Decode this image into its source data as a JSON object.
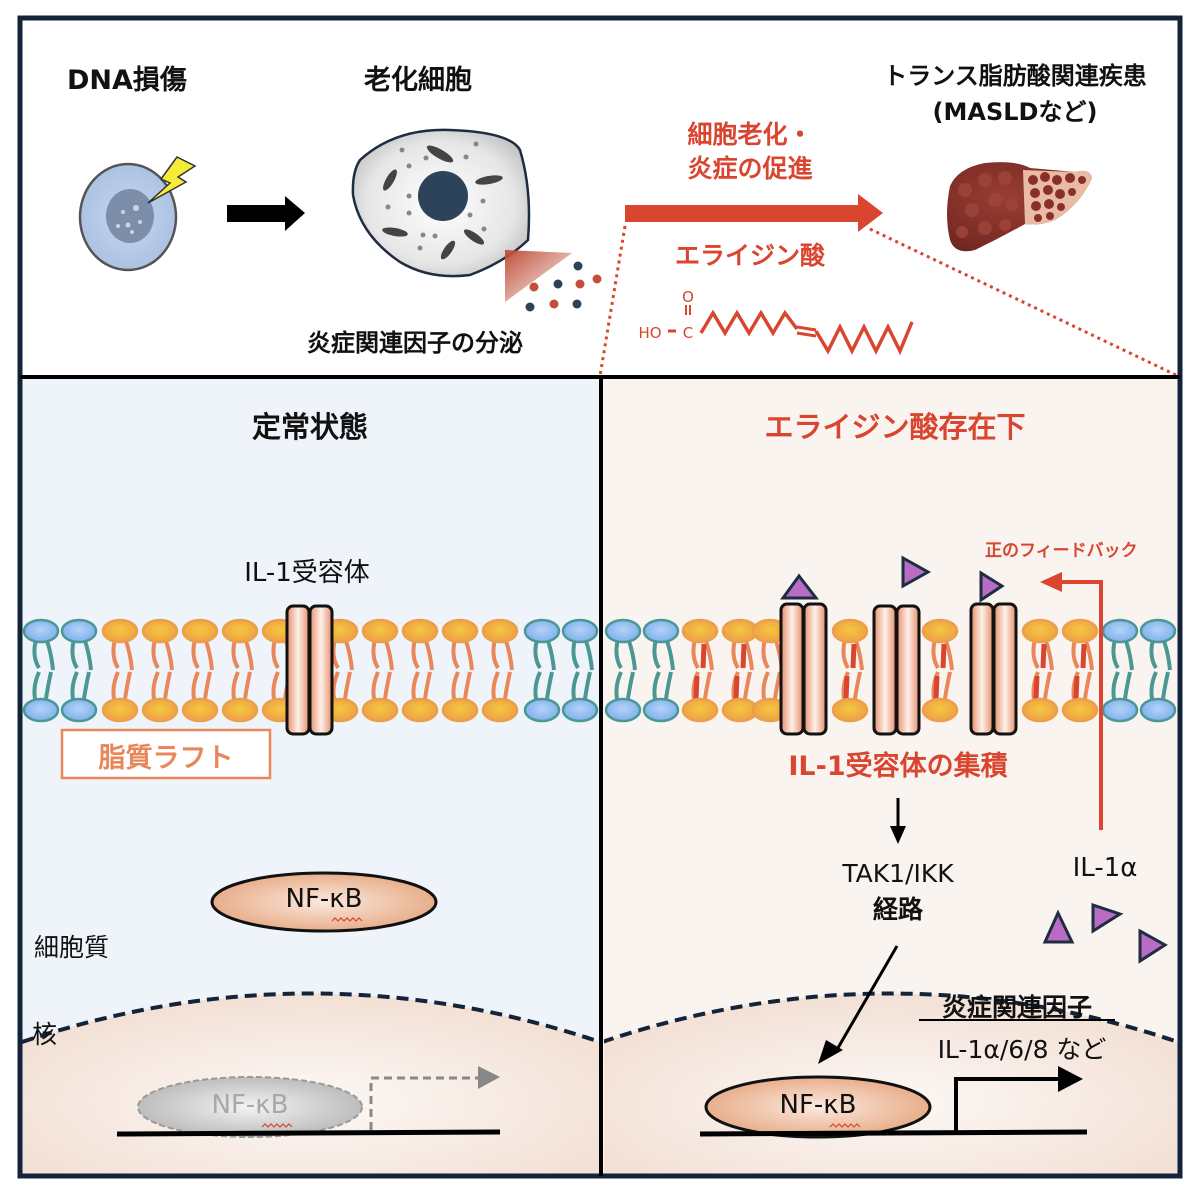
{
  "colors": {
    "frame": "#13243a",
    "accent_red": "#d9452f",
    "left_panel_bg": "#eef4f9",
    "right_panel_bg": "#faf4f1",
    "nucleus_bg": "#f6e6dd",
    "raft_lipid": "#e9875a",
    "raft_head": "#f2ae3a",
    "normal_lipid": "#4b9793",
    "normal_head": "#8ab6ea",
    "receptor": "#e9a587",
    "ligand": "#b86cc4"
  },
  "top": {
    "dna_damage_label": "DNA損傷",
    "senescent_cell_label": "老化細胞",
    "secretion_label": "炎症関連因子の分泌",
    "promotion_label_line1": "細胞老化・",
    "promotion_label_line2": "炎症の促進",
    "elaidic_acid_label": "エライジン酸",
    "chem_oxygen": "O",
    "chem_ho": "HO",
    "chem_carbon": "C",
    "disease_label_line1": "トランス脂肪酸関連疾患",
    "disease_label_line2": "(MASLDなど)"
  },
  "left_panel": {
    "title": "定常状態",
    "receptor_label": "IL-1受容体",
    "raft_label": "脂質ラフト",
    "nfkb_label": "NF-κB",
    "cytoplasm_label": "細胞質",
    "nucleus_label": "核",
    "nfkb_inactive_label": "NF-κB"
  },
  "right_panel": {
    "title": "エライジン酸存在下",
    "feedback_label": "正のフィードバック",
    "clustering_label": "IL-1受容体の集積",
    "pathway_line1": "TAK1/IKK",
    "pathway_line2": "経路",
    "il1a_label": "IL-1α",
    "factors_title": "炎症関連因子",
    "factors_list": "IL-1α/6/8 など",
    "nfkb_label": "NF-κB"
  }
}
